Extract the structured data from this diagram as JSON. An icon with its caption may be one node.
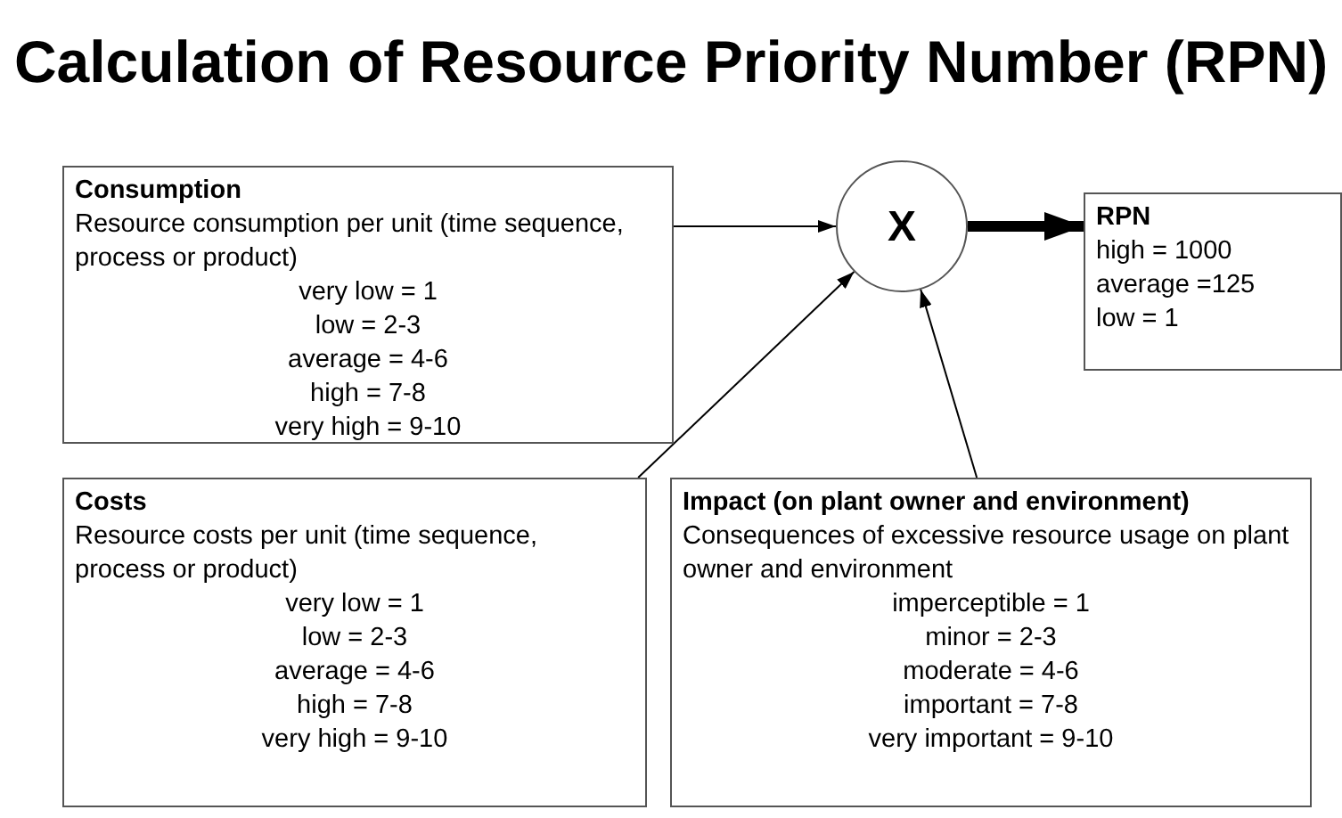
{
  "diagram": {
    "title": "Calculation of Resource Priority Number (RPN)",
    "nodes": [
      {
        "text": [
          "Consumption",
          "Resource consumption per unit (time sequence, process or product)",
          "very low = 1",
          "low = 2-3",
          "average = 4-6",
          "high = 7-8",
          "very high = 9-10"
        ]
      },
      {
        "text": [
          "X"
        ]
      },
      {
        "text": [
          "RPN",
          "high = 1000",
          "average =125",
          "low = 1"
        ]
      },
      {
        "text": [
          "Costs",
          "Resource costs per unit (time sequence, process or product)",
          "very low = 1",
          "low = 2-3",
          "average = 4-6",
          "high = 7-8",
          "very high = 9-10"
        ]
      },
      {
        "text": [
          "Impact (on plant owner and environment)",
          "Consequences of excessive resource usage on plant owner and environment",
          "imperceptible = 1",
          "minor = 2-3",
          "moderate = 4-6",
          "important = 7-8",
          "very important = 9-10"
        ]
      }
    ],
    "edges": [
      {
        "from": 0,
        "to": 1,
        "arrow": "to"
      },
      {
        "from": 3,
        "to": 1,
        "arrow": "to"
      },
      {
        "from": 4,
        "to": 1,
        "arrow": "to"
      },
      {
        "from": 1,
        "to": 2,
        "arrow": "to",
        "style": "thick"
      }
    ]
  }
}
